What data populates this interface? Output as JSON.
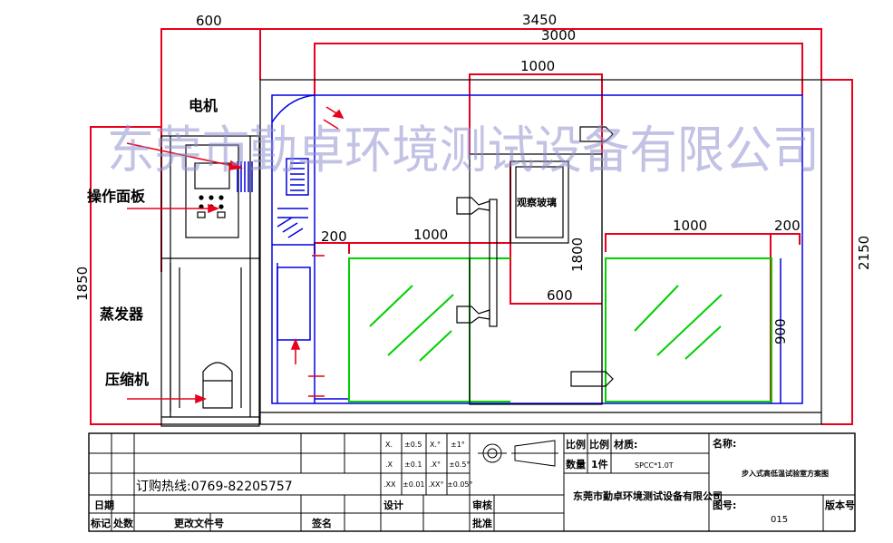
{
  "watermark": "东莞市勤卓环境测试设备有限公司",
  "dimensions": {
    "d600_top": "600",
    "d3450": "3450",
    "d3000": "3000",
    "d1000_window": "1000",
    "d200_left": "200",
    "d1000_left": "1000",
    "d1000_right": "1000",
    "d200_right": "200",
    "d1800": "1800",
    "d600_door": "600",
    "d900": "900",
    "d1850": "1850",
    "d2150": "2150"
  },
  "labels": {
    "motor": "电机",
    "control_panel": "操作面板",
    "evaporator": "蒸发器",
    "compressor": "压缩机",
    "observation_window": "观察玻璃"
  },
  "title_block": {
    "hotline": "订购热线:0769-82205757",
    "date": "日期",
    "mark": "标记",
    "place": "处数",
    "change_doc": "更改文件号",
    "signature": "签名",
    "tolerances": [
      [
        "X.",
        "±0.5",
        "X.°",
        "±1°"
      ],
      [
        ".X",
        "±0.1",
        ".X°",
        "±0.5°"
      ],
      [
        ".XX",
        "±0.01",
        ".XX°",
        "±0.05°"
      ]
    ],
    "design": "设计",
    "review": "审核",
    "approve": "批准",
    "scale": "比例",
    "scale2": "比例",
    "material": "材质:",
    "material_value": "SPCC*1.0T",
    "quantity": "数量",
    "quantity_value": "1件",
    "company": "东莞市勤卓环境测试设备有限公司",
    "name_label": "名称:",
    "name_value": "步入式高低温试验室方案图",
    "drawing_no_label": "图号:",
    "drawing_no_value": "015",
    "version_label": "版本号"
  },
  "colors": {
    "dimension_red": "#e8001c",
    "wall_blue": "#0000e0",
    "glass_green": "#00d000",
    "line_black": "#000000",
    "watermark": "#8f8fd0"
  }
}
